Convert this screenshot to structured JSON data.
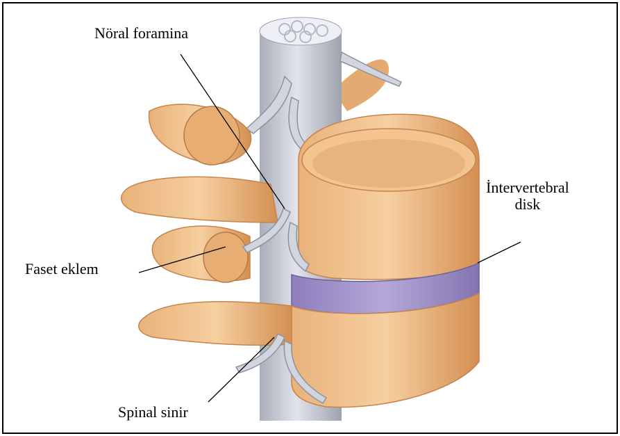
{
  "labels": {
    "neural_foramina": "Nöral foramina",
    "facet_joint": "Faset eklem",
    "spinal_nerve": "Spinal sinir",
    "intervertebral_line1": "İntervertebral",
    "intervertebral_line2": "disk"
  },
  "colors": {
    "bone": "#f0c28a",
    "bone_shadow": "#d9985a",
    "cord": "#c8ccd8",
    "disc": "#9e8fc4",
    "border": "#000000"
  }
}
